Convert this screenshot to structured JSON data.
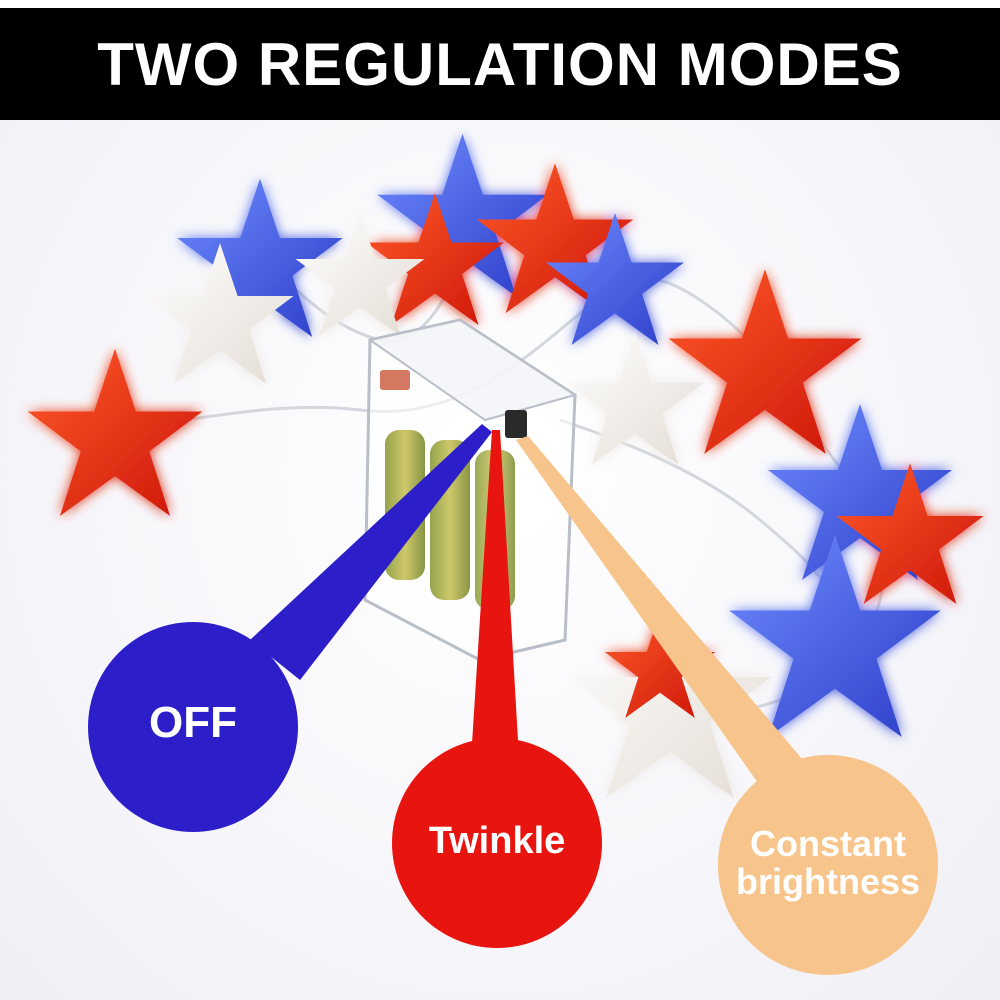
{
  "header": {
    "title": "TWO REGULATION MODES"
  },
  "modes": [
    {
      "label": "OFF",
      "color": "#2c1fc9",
      "text_color": "#ffffff"
    },
    {
      "label": "Twinkle",
      "color": "#e8140f",
      "text_color": "#ffffff"
    },
    {
      "label": "Constant brightness",
      "color": "#f7c48c",
      "text_color": "#ffffff"
    }
  ],
  "colors": {
    "banner": "#000000",
    "star_red": "#e0220e",
    "star_blue": "#3a5be0",
    "star_white": "#f4f2ee"
  }
}
